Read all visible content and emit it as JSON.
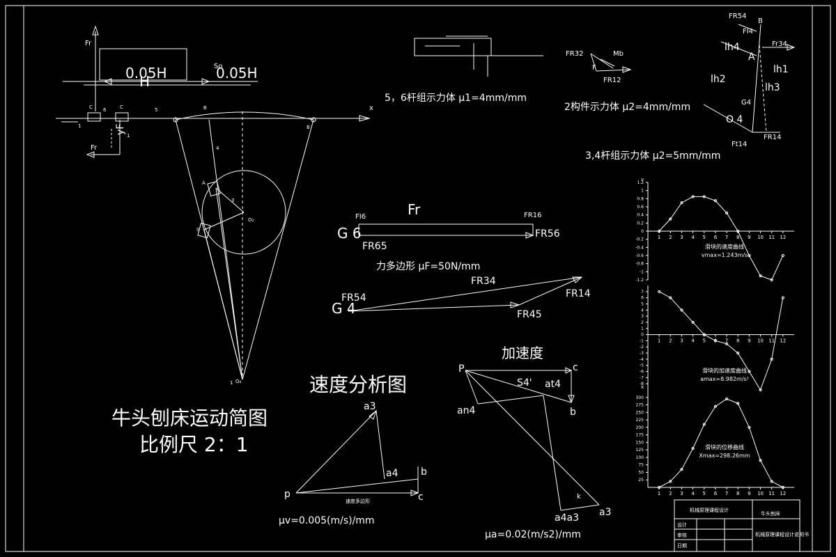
{
  "mechanism": {
    "title": "牛头刨床运动简图",
    "scale": "比例尺 2：1",
    "label_fr": "Fr",
    "label_h1": "0.05H",
    "label_h2": "0.05H",
    "label_h": "H",
    "label_so": "So",
    "label_yf": "yF",
    "label_fr_low": "Fr",
    "label_x": "x",
    "labels": {
      "c1": "C",
      "c2": "C",
      "n6": "6",
      "n5": "5",
      "b1": "B",
      "b2": "B",
      "n4": "4",
      "n3": "3",
      "a": "A",
      "n1": "1",
      "o2": "O₂",
      "o4": "O₄",
      "n1b": "1",
      "n1c": "1",
      "s": "S"
    }
  },
  "force56": {
    "caption": "5，6杆组示力体 μ1=4mm/mm"
  },
  "force2": {
    "caption": "2构件示力体 μ2=4mm/mm",
    "fr32": "FR32",
    "fr12": "FR12",
    "mb": "Mb",
    "f": "F"
  },
  "force34": {
    "caption": "3,4杆组示力体 μ2=5mm/mm",
    "b": "B",
    "fr54": "FR54",
    "fi4": "FI4",
    "fr34": "Fr34",
    "h4": "lh4",
    "h2": "lh2",
    "h1": "lh1",
    "h3": "lh3",
    "a": "A",
    "g4": "G4",
    "o4": "O 4",
    "ft": "F",
    "fr14": "FR14",
    "ft14": "Ft14"
  },
  "poly1": {
    "fi6": "FI6",
    "fr": "Fr",
    "fr16": "FR16",
    "g6": "G 6",
    "fr65": "FR65",
    "fr56": "FR56",
    "caption": "力多边形 μF=50N/mm"
  },
  "poly2": {
    "fr54": "FR54",
    "fr34": "FR34",
    "fr14": "FR14",
    "g4": "G 4",
    "fr45": "FR45"
  },
  "velocity": {
    "title": "速度分析图",
    "a3": "a3",
    "a4": "a4",
    "b": "b",
    "p": "p",
    "c": "c",
    "sub": "速度多边形",
    "scale": "μv=0.005(m/s)/mm"
  },
  "accel": {
    "title": "加速度",
    "p": "P",
    "c": "c",
    "s4": "S4'",
    "at4": "at4",
    "an4": "an4",
    "b": "b",
    "k": "k",
    "a4a3": "a4a3",
    "a3": "a3",
    "scale": "μa=0.02(m/s2)/mm"
  },
  "chart_data": [
    {
      "type": "line",
      "title": "滑块的速度曲线",
      "annotation": "vmax=1.243m/s",
      "ylabel": "v",
      "x": [
        1,
        2,
        3,
        4,
        5,
        6,
        7,
        8,
        9,
        10,
        11,
        12
      ],
      "y": [
        0.0,
        0.3,
        0.7,
        0.85,
        0.85,
        0.75,
        0.45,
        0.0,
        -0.6,
        -1.1,
        -1.2,
        -0.6
      ],
      "ylim": [
        -1.2,
        1.2
      ],
      "yticks": [
        "1.2",
        "1",
        "0.8",
        "0.6",
        "0.4",
        "0.2",
        "0",
        "-0.2",
        "-0.4",
        "-0.6",
        "-0.8",
        "-1",
        "-1.2"
      ],
      "xticks": [
        "1",
        "2",
        "3",
        "4",
        "5",
        "6",
        "7",
        "8",
        "9",
        "10",
        "11",
        "12"
      ]
    },
    {
      "type": "line",
      "title": "滑块的加速度曲线",
      "annotation": "amax=8.982m/s²",
      "x": [
        1,
        2,
        3,
        4,
        5,
        6,
        7,
        8,
        9,
        10,
        11,
        12
      ],
      "y": [
        7,
        6,
        4,
        2,
        0,
        -1,
        -1.5,
        -3,
        -6,
        -9,
        -4,
        6
      ],
      "ylim": [
        -9,
        8
      ],
      "yticks": [
        "7",
        "6",
        "5",
        "4",
        "3",
        "2",
        "1",
        "0",
        "-1",
        "-2",
        "-3",
        "-4",
        "-5",
        "-6",
        "-7",
        "-8"
      ],
      "xticks": [
        "1",
        "2",
        "3",
        "4",
        "5",
        "6",
        "7",
        "8",
        "9",
        "10",
        "11",
        "12"
      ]
    },
    {
      "type": "line",
      "title": "滑块的位移曲线",
      "annotation": "Xmax=298.26mm",
      "ylabel": "x",
      "x": [
        1,
        2,
        3,
        4,
        5,
        6,
        7,
        8,
        9,
        10,
        11,
        12
      ],
      "y": [
        0,
        20,
        60,
        130,
        210,
        270,
        295,
        280,
        200,
        90,
        20,
        0
      ],
      "ylim": [
        0,
        325
      ],
      "yticks": [
        "300",
        "275",
        "250",
        "225",
        "200",
        "175",
        "150",
        "125",
        "100",
        "75",
        "50",
        "25"
      ],
      "xticks": [
        "1",
        "2",
        "3",
        "4",
        "5",
        "6",
        "7",
        "8",
        "9",
        "10",
        "11",
        "12"
      ]
    }
  ],
  "titleblock": {
    "company": "机械原理课程设计",
    "r1": "设计",
    "r2": "审核",
    "r3": "日期",
    "sub": "牛头刨床",
    "name": "机械原理课程设计说明书"
  }
}
